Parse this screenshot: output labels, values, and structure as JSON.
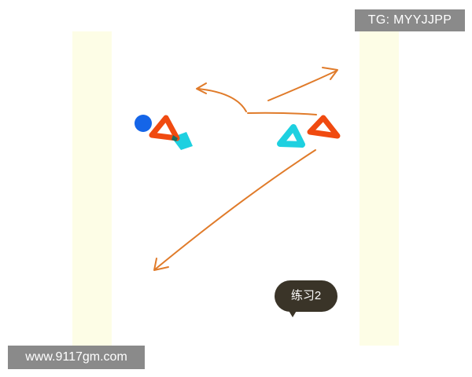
{
  "watermarks": {
    "tg_label": "TG: MYYJJPP",
    "site_label": "www.9117gm.com"
  },
  "drill_label": "练习2",
  "colors": {
    "background": "#ffffff",
    "court_stripe": "#fdfde6",
    "arrow": "#e07b2a",
    "blue_marker": "#1565e8",
    "orange_cone": "#f04a10",
    "cyan_cone": "#1ed0e0",
    "dark_bubble": "#3a3428"
  }
}
